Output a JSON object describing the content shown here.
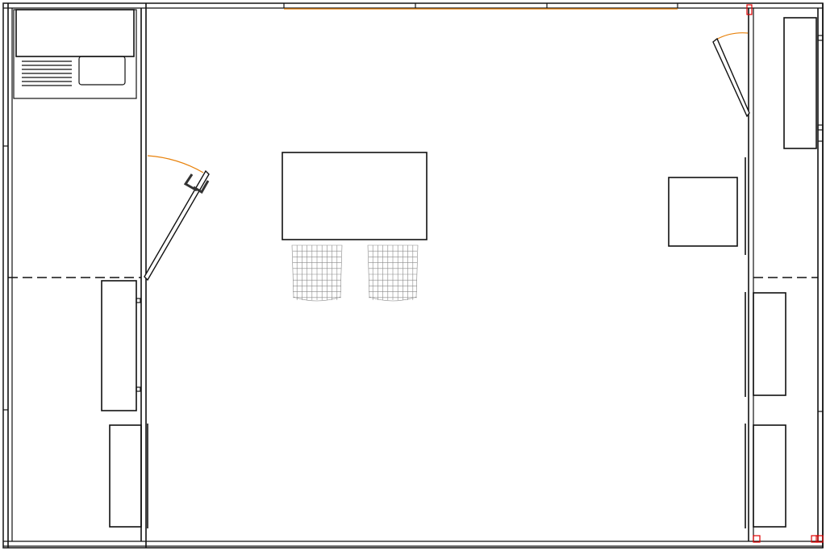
{
  "drawing": {
    "type": "floor-plan",
    "labels": []
  },
  "colors": {
    "line": "#111111",
    "door_swing": "#e8820c",
    "column_marker": "#e00000",
    "chair_mesh": "#8a8a8a",
    "background": "#ffffff"
  },
  "elements": [
    "outer-frame",
    "left-service-strip",
    "right-service-strip",
    "kitchen-sink",
    "left-door",
    "right-door",
    "meeting-table",
    "chair-left",
    "chair-right",
    "side-table",
    "left-cabinets",
    "right-cabinets",
    "top-window-strip"
  ]
}
